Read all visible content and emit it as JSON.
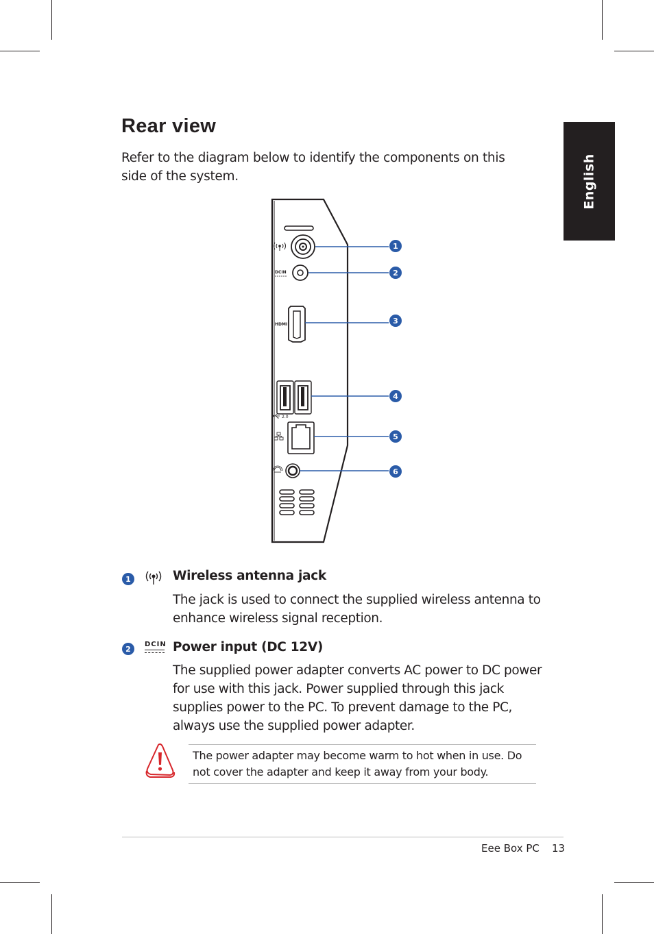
{
  "side_tab": "English",
  "title": "Rear view",
  "intro": "Refer to the diagram below to identify the components on this side of the system.",
  "diagram": {
    "callouts": [
      "1",
      "2",
      "3",
      "4",
      "5",
      "6"
    ],
    "port_labels": {
      "dcin": "DCIN",
      "hdmi": "HDMI",
      "usb": "2.0"
    },
    "callout_color": "#2a5ba8"
  },
  "items": [
    {
      "number": "1",
      "icon": "wireless-antenna-icon",
      "title": "Wireless antenna jack",
      "description": "The jack is used to connect the supplied wireless antenna to enhance wireless signal reception."
    },
    {
      "number": "2",
      "icon": "dc-in-icon",
      "icon_label": "DCIN",
      "title": "Power input (DC 12V)",
      "description": "The supplied power adapter converts AC power to DC power for use with this jack. Power supplied through this jack supplies power to the PC. To prevent damage to the PC, always use the supplied power adapter."
    }
  ],
  "warning": {
    "icon": "warning-hand-icon",
    "text": "The power adapter may become warm to hot when in use. Do not cover the adapter and keep it away from your body.",
    "accent": "#d7262b"
  },
  "footer": {
    "product": "Eee Box PC",
    "page": "13"
  }
}
